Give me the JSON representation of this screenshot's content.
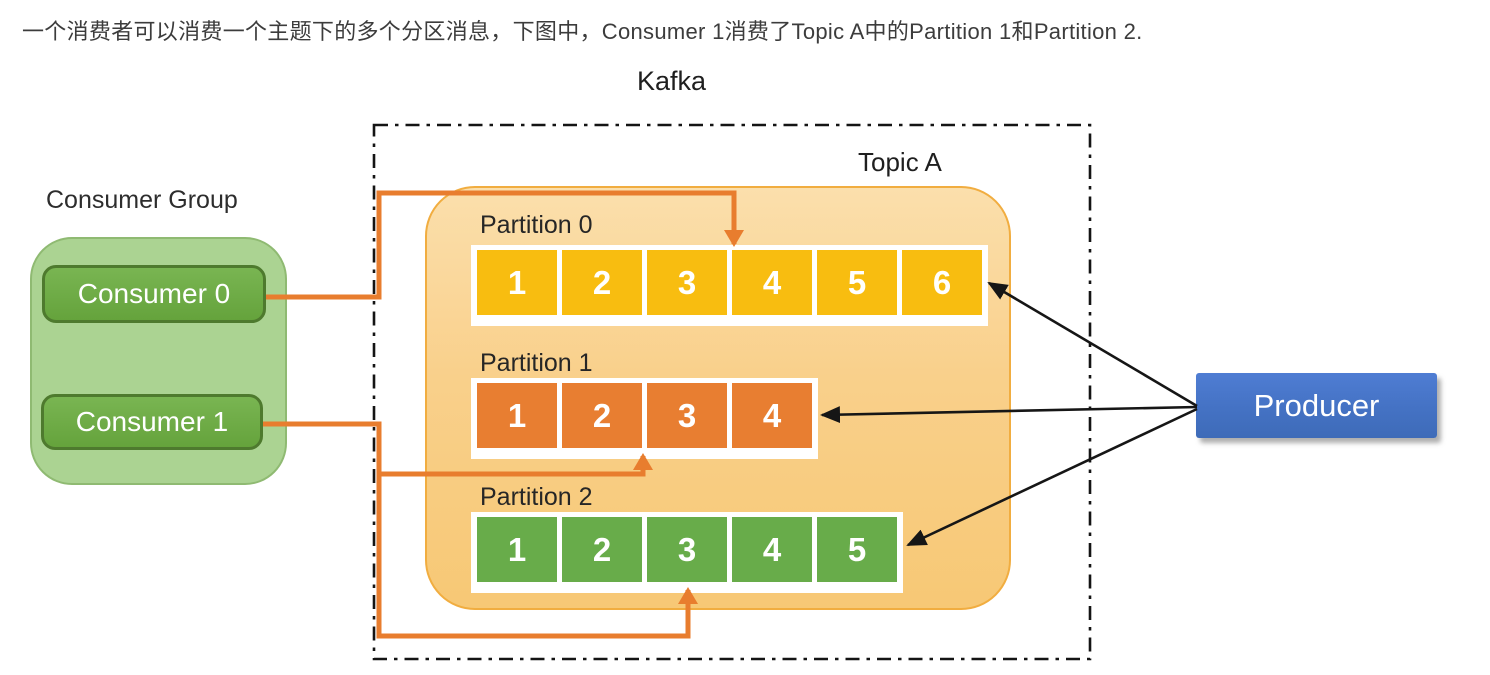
{
  "caption": "一个消费者可以消费一个主题下的多个分区消息，下图中，Consumer 1消费了Topic A中的Partition 1和Partition 2.",
  "kafka": {
    "label": "Kafka",
    "topic": {
      "label": "Topic A"
    }
  },
  "partitions": [
    {
      "label": "Partition 0",
      "cells": [
        "1",
        "2",
        "3",
        "4",
        "5",
        "6"
      ]
    },
    {
      "label": "Partition 1",
      "cells": [
        "1",
        "2",
        "3",
        "4"
      ]
    },
    {
      "label": "Partition 2",
      "cells": [
        "1",
        "2",
        "3",
        "4",
        "5"
      ]
    }
  ],
  "consumer_group": {
    "label": "Consumer Group",
    "members": [
      {
        "label": "Consumer 0"
      },
      {
        "label": "Consumer 1"
      }
    ]
  },
  "producer": {
    "label": "Producer"
  },
  "connections": [
    {
      "from": "Consumer 0",
      "to": "Partition 0",
      "style": "orange-elbow-arrow"
    },
    {
      "from": "Consumer 1",
      "to": "Partition 1",
      "style": "orange-elbow-arrow"
    },
    {
      "from": "Consumer 1",
      "to": "Partition 2",
      "style": "orange-elbow-arrow"
    },
    {
      "from": "Producer",
      "to": "Partition 0",
      "style": "black-straight-arrow"
    },
    {
      "from": "Producer",
      "to": "Partition 1",
      "style": "black-straight-arrow"
    },
    {
      "from": "Producer",
      "to": "Partition 2",
      "style": "black-straight-arrow"
    }
  ],
  "colors": {
    "partition0_cell": "#F8BD10",
    "partition1_cell": "#E87E31",
    "partition2_cell": "#68AC4A",
    "topic_fill": "#F9D08B",
    "topic_border": "#F1AD40",
    "consumer_group_fill": "#ABD392",
    "consumer_fill": "#70AD47",
    "consumer_border": "#4E7A2E",
    "producer_fill": "#4472C4",
    "connector_orange": "#E87D2E",
    "connector_black": "#161616"
  }
}
